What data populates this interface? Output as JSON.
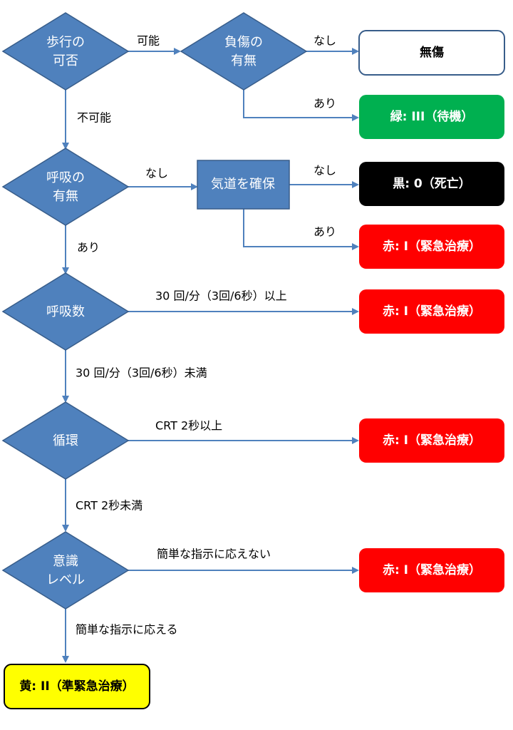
{
  "decisions": {
    "walk": [
      "歩行の",
      "可否"
    ],
    "injury": [
      "負傷の",
      "有無"
    ],
    "breath": [
      "呼吸の",
      "有無"
    ],
    "resp_rate": [
      "呼吸数"
    ],
    "circulation": [
      "循環"
    ],
    "consciousness": [
      "意識",
      "レベル"
    ]
  },
  "process": {
    "airway": "気道を確保"
  },
  "labels": {
    "walk_yes": "可能",
    "walk_no": "不可能",
    "injury_no": "なし",
    "injury_yes": "あり",
    "breath_no": "なし",
    "breath_yes": "あり",
    "airway_no": "なし",
    "airway_yes": "あり",
    "rr_high": "30 回/分（3回/6秒）以上",
    "rr_low": "30 回/分（3回/6秒）未満",
    "crt_high": "CRT 2秒以上",
    "crt_low": "CRT 2秒未満",
    "loc_cannot": "簡単な指示に応えない",
    "loc_can": "簡単な指示に応える"
  },
  "outcomes": {
    "uninjured": "無傷",
    "green": "緑: III（待機）",
    "black": "黒: 0（死亡）",
    "red1": "赤: I（緊急治療）",
    "red2": "赤: I（緊急治療）",
    "red3": "赤: I（緊急治療）",
    "red4": "赤: I（緊急治療）",
    "yellow": "黄: II（準緊急治療）"
  },
  "colors": {
    "diamond": "#4f81bd",
    "arrow": "#4f81bd",
    "green": "#00b050",
    "red": "#ff0000",
    "black": "#000000",
    "yellow": "#ffff00"
  }
}
